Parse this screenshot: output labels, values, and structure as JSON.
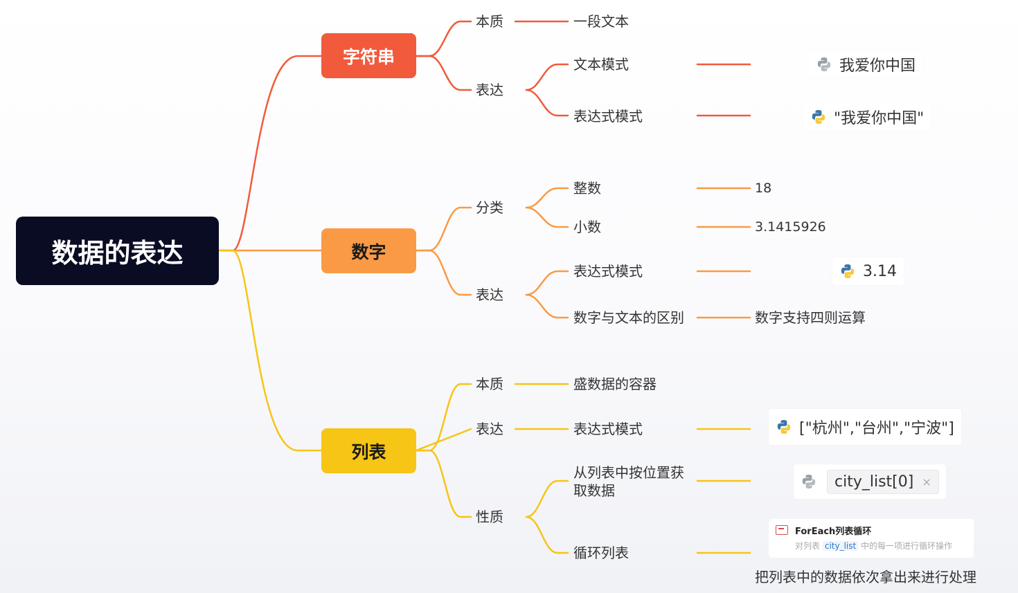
{
  "root": "数据的表达",
  "colors": {
    "string": "#f25a3c",
    "number": "#fa9a44",
    "list": "#f6c516",
    "root_bg": "#0a0c24"
  },
  "string": {
    "title": "字符串",
    "essence": "本质",
    "essence_value": "一段文本",
    "express": "表达",
    "text_mode": "文本模式",
    "text_mode_value": "我爱你中国",
    "expr_mode": "表达式模式",
    "expr_mode_value": "\"我爱你中国\""
  },
  "number": {
    "title": "数字",
    "category": "分类",
    "integer": "整数",
    "integer_value": "18",
    "decimal": "小数",
    "decimal_value": "3.1415926",
    "express": "表达",
    "expr_mode": "表达式模式",
    "expr_mode_value": "3.14",
    "diff": "数字与文本的区别",
    "diff_value": "数字支持四则运算"
  },
  "list": {
    "title": "列表",
    "essence": "本质",
    "essence_value": "盛数据的容器",
    "express": "表达",
    "expr_mode": "表达式模式",
    "expr_mode_value": "[\"杭州\",\"台州\",\"宁波\"]",
    "property": "性质",
    "by_position": "从列表中按位置获取数据",
    "by_position_value": "city_list[0]",
    "close_glyph": "×",
    "loop": "循环列表",
    "foreach_title": "ForEach列表循环",
    "foreach_pre": "对列表",
    "foreach_code": "city_list",
    "foreach_post": "中的每一项进行循环操作",
    "loop_value": "把列表中的数据依次拿出来进行处理"
  }
}
